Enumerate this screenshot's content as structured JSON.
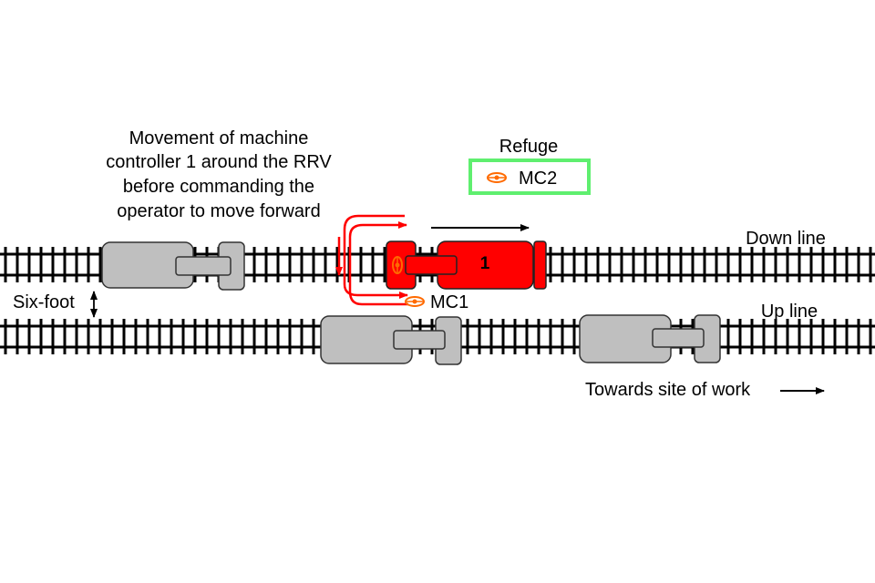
{
  "caption": {
    "line1": "Movement of machine",
    "line2": "controller 1 around the RRV",
    "line3": "before commanding the",
    "line4": "operator to move forward"
  },
  "refuge": {
    "title": "Refuge",
    "controller": "MC2"
  },
  "tracks": {
    "down": "Down line",
    "up": "Up line",
    "gap": "Six-foot"
  },
  "rrv": {
    "number": "1"
  },
  "controller_1": "MC1",
  "direction": "Towards site of work",
  "icons": {
    "controller": "eye-icon",
    "direction": "arrow-right-icon",
    "gap": "double-arrow-vertical-icon",
    "path": "movement-path-icon"
  },
  "colors": {
    "rrv": "#ff0000",
    "path": "#ff0000",
    "controller": "#ff6a00",
    "refuge_border": "#5fef6f",
    "vehicle": "#bfbfbf"
  }
}
